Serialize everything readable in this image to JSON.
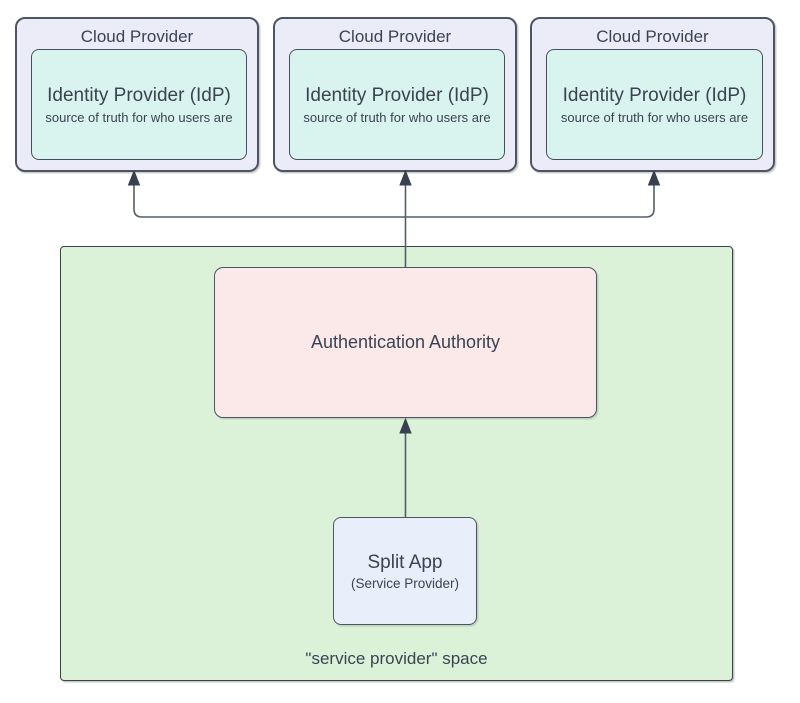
{
  "diagram": {
    "cloud_providers": [
      {
        "title": "Cloud Provider",
        "idp_title": "Identity Provider (IdP)",
        "idp_subtitle": "source of truth for who users are"
      },
      {
        "title": "Cloud Provider",
        "idp_title": "Identity Provider (IdP)",
        "idp_subtitle": "source of truth for who users are"
      },
      {
        "title": "Cloud Provider",
        "idp_title": "Identity Provider (IdP)",
        "idp_subtitle": "source of truth for who users are"
      }
    ],
    "authentication_authority": {
      "label": "Authentication Authority"
    },
    "split_app": {
      "label": "Split App",
      "sublabel": "(Service Provider)"
    },
    "service_provider_space": {
      "label": "\"service provider\" space"
    },
    "colors": {
      "cloud_fill": "#ECECF9",
      "idp_fill": "#D9F4EE",
      "space_fill": "#DBF2D9",
      "authority_fill": "#FBE9E9",
      "split_app_fill": "#E8EEFA",
      "border": "#4D5565",
      "text": "#3B4352",
      "connector": "#545E6B",
      "arrowhead": "#39404F"
    }
  }
}
